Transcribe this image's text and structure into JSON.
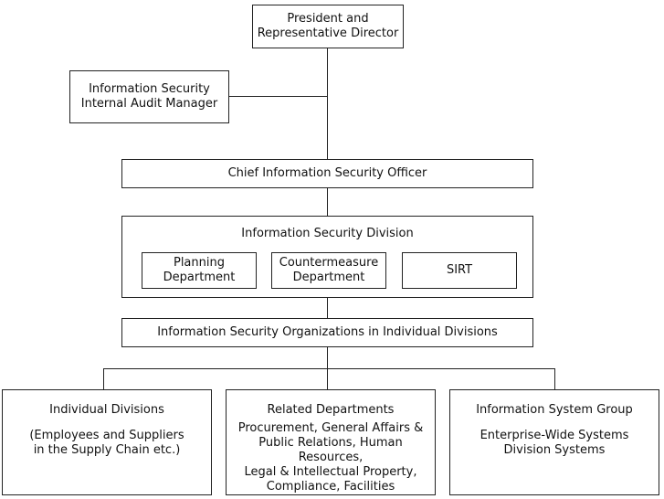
{
  "president": "President and\nRepresentative Director",
  "audit_manager": "Information Security\nInternal Audit Manager",
  "ciso": "Chief Information Security Officer",
  "division": {
    "title": "Information Security Division",
    "planning": "Planning\nDepartment",
    "countermeasure": "Countermeasure\nDepartment",
    "sirt": "SIRT"
  },
  "orgs": "Information Security Organizations in Individual Divisions",
  "bottom": [
    {
      "title": "Individual Divisions",
      "body": "(Employees and Suppliers\nin the Supply Chain etc.)"
    },
    {
      "title": "Related Departments",
      "body": "Procurement, General Affairs &\nPublic Relations, Human Resources,\nLegal & Intellectual Property,\nCompliance, Facilities"
    },
    {
      "title": "Information System Group",
      "body": "Enterprise-Wide Systems\nDivision Systems"
    }
  ]
}
